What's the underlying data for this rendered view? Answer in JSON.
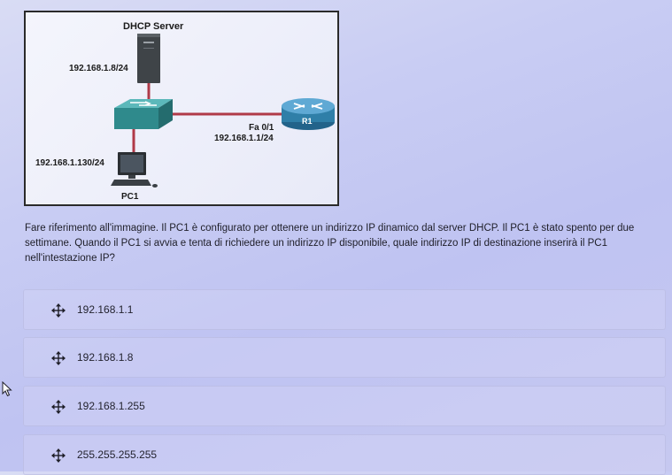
{
  "diagram": {
    "server_title": "DHCP Server",
    "server_ip": "192.168.1.8/24",
    "router_name": "R1",
    "router_interface": "Fa 0/1",
    "router_ip": "192.168.1.1/24",
    "pc_ip": "192.168.1.130/24",
    "pc_name": "PC1",
    "colors": {
      "link": "#b03a48",
      "switch": "#2f8a8c",
      "router": "#2f7fa8",
      "server": "#3f4448"
    }
  },
  "question": {
    "text": "Fare riferimento all'immagine. Il PC1 è configurato per ottenere un indirizzo IP dinamico dal server DHCP. Il PC1 è stato spento per due settimane. Quando il PC1 si avvia e tenta di richiedere un indirizzo IP disponibile, quale indirizzo IP di destinazione inserirà il PC1 nell'intestazione IP?"
  },
  "options": [
    {
      "label": "192.168.1.1",
      "icon": "move-icon"
    },
    {
      "label": "192.168.1.8",
      "icon": "move-icon"
    },
    {
      "label": "192.168.1.255",
      "icon": "move-icon"
    },
    {
      "label": "255.255.255.255",
      "icon": "move-icon"
    }
  ]
}
